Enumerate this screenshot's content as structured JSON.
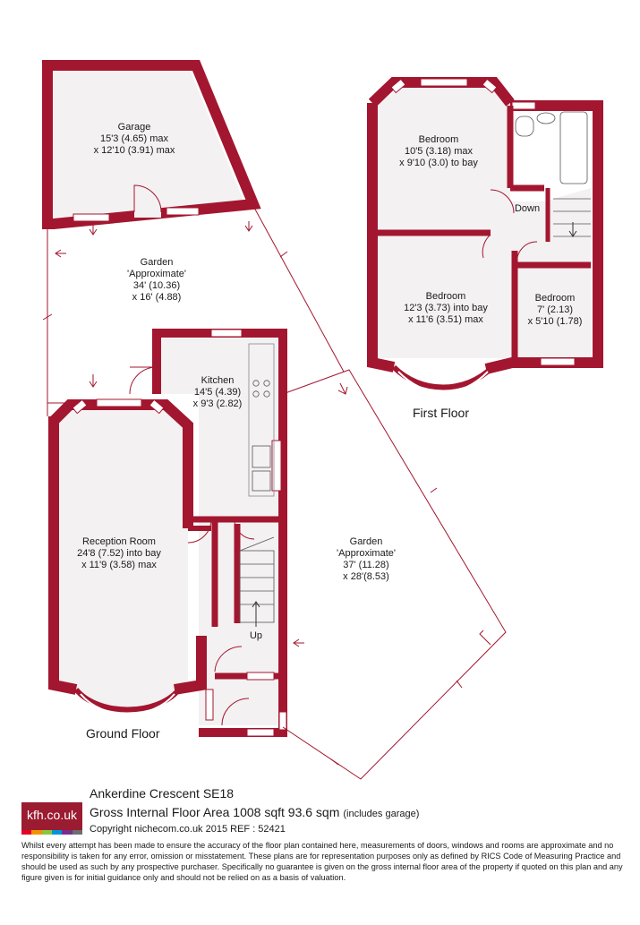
{
  "brand": {
    "logo_text": "kfh.co.uk",
    "logo_stripes": [
      "#e4002b",
      "#f39200",
      "#8cc63f",
      "#0096d6",
      "#7b2d8e",
      "#6d6e71"
    ]
  },
  "colors": {
    "wall": "#a3162f",
    "floor_fill": "#f3f1f2"
  },
  "rooms": {
    "garage": {
      "name": "Garage",
      "line1": "15'3 (4.65) max",
      "line2": "x 12'10 (3.91) max"
    },
    "front_garden": {
      "name": "Garden",
      "line1": "'Approximate'",
      "line2": "34' (10.36)",
      "line3": "x 16' (4.88)"
    },
    "kitchen": {
      "name": "Kitchen",
      "line1": "14'5 (4.39)",
      "line2": "x 9'3 (2.82)"
    },
    "reception": {
      "name": "Reception Room",
      "line1": "24'8 (7.52) into bay",
      "line2": "x 11'9 (3.58) max"
    },
    "rear_garden": {
      "name": "Garden",
      "line1": "'Approximate'",
      "line2": "37' (11.28)",
      "line3": "x 28'(8.53)"
    },
    "up_label": "Up",
    "bedroom1": {
      "name": "Bedroom",
      "line1": "10'5 (3.18) max",
      "line2": "x 9'10 (3.0) to bay"
    },
    "bedroom2": {
      "name": "Bedroom",
      "line1": "12'3 (3.73) into bay",
      "line2": "x 11'6 (3.51) max"
    },
    "bedroom3": {
      "name": "Bedroom",
      "line1": "7' (2.13)",
      "line2": "x 5'10 (1.78)"
    },
    "down_label": "Down"
  },
  "floors": {
    "ground": "Ground Floor",
    "first": "First Floor"
  },
  "footer": {
    "address": "Ankerdine Crescent SE18",
    "area": "Gross Internal Floor Area 1008 sqft 93.6 sqm",
    "area_note": "(includes garage)",
    "copyright": "Copyright nichecom.co.uk 2015 REF : 52421",
    "disclaimer": "Whilst every attempt has been made to ensure the accuracy of the floor plan contained here, measurements of doors, windows and rooms are approximate and no responsibility is taken for any error, omission or misstatement. These plans are for representation purposes only as defined by RICS Code of Measuring Practice and should be used as such by any prospective purchaser. Specifically no guarantee is given on the gross internal floor area of the property if quoted on this plan and any figure given is for initial guidance only and should not be relied on as a basis of valuation."
  }
}
